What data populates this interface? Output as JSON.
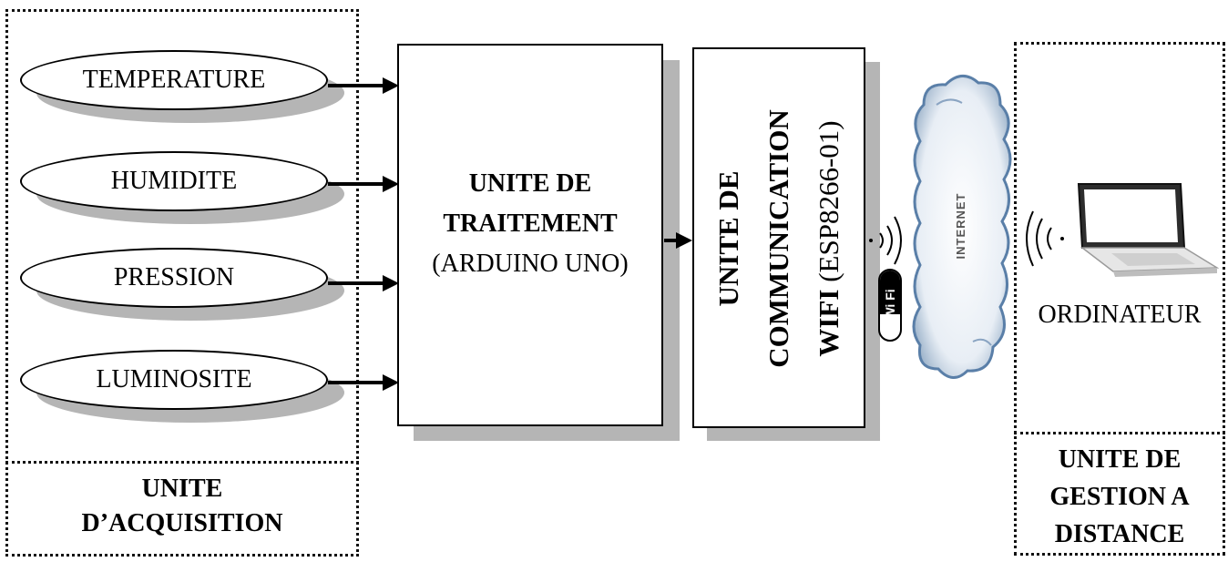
{
  "acquisition": {
    "sensors": [
      "TEMPERATURE",
      "HUMIDITE",
      "PRESSION",
      "LUMINOSITE"
    ],
    "title_line1": "UNITE",
    "title_line2": "D’ACQUISITION"
  },
  "processing": {
    "line1": "UNITE DE",
    "line2": "TRAITEMENT",
    "line3": "(ARDUINO UNO)"
  },
  "communication": {
    "line1": "UNITE DE",
    "line2": "COMMUNICATION",
    "line3_bold": "WIFI",
    "line3_normal": " (ESP8266-01)"
  },
  "cloud": {
    "label": "INTERNET"
  },
  "wifi_badge": {
    "label": "Wi Fi"
  },
  "remote": {
    "device_label": "ORDINATEUR",
    "title_line1": "UNITE DE",
    "title_line2": "GESTION A",
    "title_line3": "DISTANCE"
  },
  "colors": {
    "shadow": "#b5b5b5",
    "cloud": "#5a7fa8"
  }
}
